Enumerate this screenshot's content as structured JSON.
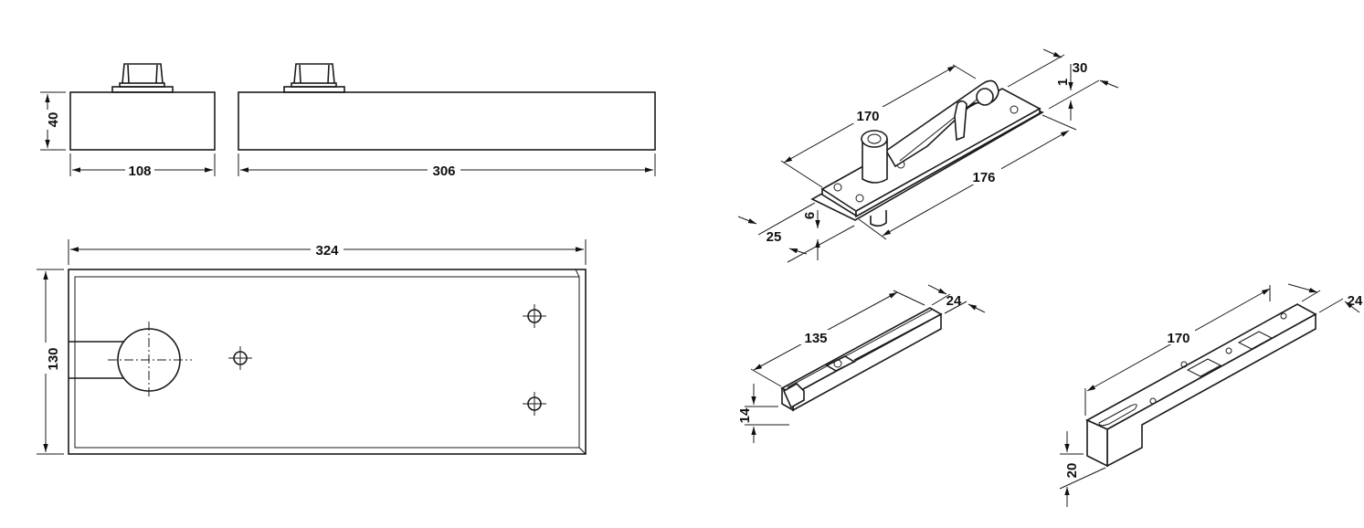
{
  "dimensions": {
    "side_view": {
      "height": "40",
      "short_length": "108",
      "long_length": "306"
    },
    "plan_view": {
      "length": "324",
      "width": "130"
    },
    "top_pivot": {
      "arm_length": "170",
      "width": "30",
      "offset": "1",
      "plate_length": "176",
      "thickness": "6",
      "plate_width": "25"
    },
    "rail": {
      "length": "135",
      "width": "24",
      "height": "14"
    },
    "bottom_pivot": {
      "length": "170",
      "width": "24",
      "height": "20"
    }
  }
}
